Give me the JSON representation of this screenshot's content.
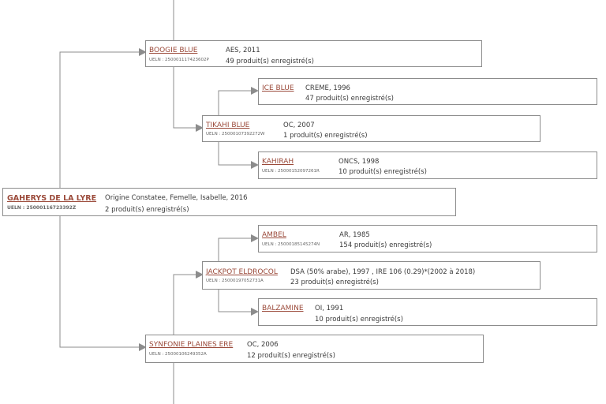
{
  "colors": {
    "link": "#9b4a3a",
    "line": "#8c8c8c",
    "text": "#3a3a3a"
  },
  "root": {
    "name": "GAHERYS DE LA LYRE",
    "ueln": "UELN : 25000116723392Z",
    "info": "Origine Constatee, Femelle, Isabelle, 2016",
    "count": "2 produit(s) enregistré(s)"
  },
  "sire": {
    "name": "BOOGIE BLUE",
    "ueln": "UELN : 250001117423602P",
    "info": "AES, 2011",
    "count": "49 produit(s) enregistré(s)"
  },
  "sire_sire": {
    "name": "TIKAHI BLUE",
    "ueln": "UELN : 25000107392272W",
    "info": "OC, 2007",
    "count": "1 produit(s) enregistré(s)"
  },
  "sire_sire_sire": {
    "name": "ICE BLUE",
    "info": "CREME, 1996",
    "count": "47 produit(s) enregistré(s)"
  },
  "sire_sire_dam": {
    "name": "KAHIRAH",
    "ueln": "UELN : 25000152097261R",
    "info": "ONCS, 1998",
    "count": "10 produit(s) enregistré(s)"
  },
  "dam": {
    "name": "SYNFONIE PLAINES ERE",
    "ueln": "UELN : 25000106249352A",
    "info": "OC, 2006",
    "count": "12 produit(s) enregistré(s)"
  },
  "dam_sire": {
    "name": "JACKPOT ELDROCOL",
    "ueln": "UELN : 25000197052731A",
    "info": "DSA (50% arabe), 1997 , IRE 106 (0.29)*(2002 à 2018)",
    "count": "23 produit(s) enregistré(s)"
  },
  "dam_sire_sire": {
    "name": "AMBEL",
    "ueln": "UELN : 25000185145274N",
    "info": "AR, 1985",
    "count": "154 produit(s) enregistré(s)"
  },
  "dam_sire_dam": {
    "name": "BALZAMINE",
    "info": "OI, 1991",
    "count": "10 produit(s) enregistré(s)"
  }
}
